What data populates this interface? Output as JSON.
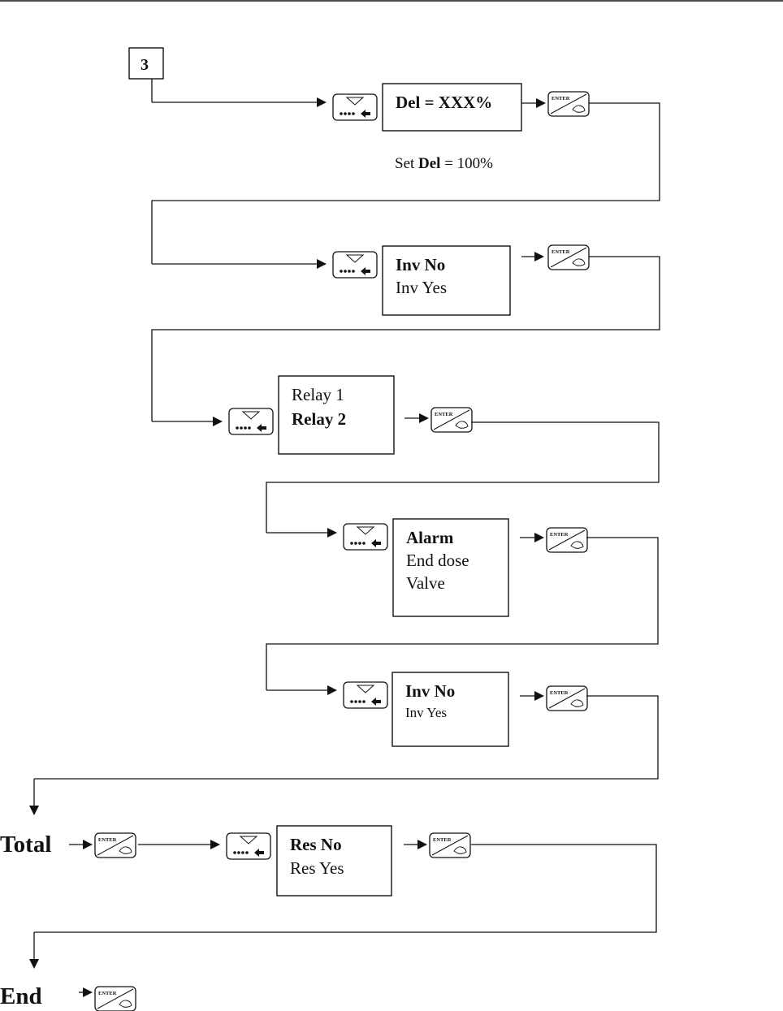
{
  "step_label": "3",
  "screens": [
    {
      "lines": [
        {
          "text": "Del = XXX%",
          "bold": true
        }
      ]
    },
    {
      "lines": [
        {
          "text": "Inv No",
          "bold": true
        },
        {
          "text": "Inv Yes",
          "bold": false
        }
      ]
    },
    {
      "lines": [
        {
          "text": "Relay 1",
          "bold": false
        },
        {
          "text": "Relay 2",
          "bold": true
        }
      ]
    },
    {
      "lines": [
        {
          "text": "Alarm",
          "bold": true
        },
        {
          "text": "End dose",
          "bold": false
        },
        {
          "text": "Valve",
          "bold": false
        }
      ]
    },
    {
      "lines": [
        {
          "text": "Inv No",
          "bold": true
        },
        {
          "text": "Inv Yes",
          "bold": false
        }
      ]
    },
    {
      "lines": [
        {
          "text": "Res No",
          "bold": true
        },
        {
          "text": "Res Yes",
          "bold": false
        }
      ]
    }
  ],
  "note": {
    "prefix": "Set ",
    "bold": "Del",
    "suffix": " = 100%"
  },
  "total_label": "Total",
  "end_label": "End",
  "enter_key_label": "ENTER",
  "icons": {
    "nav_key": "scroll-down-key-icon",
    "enter_key": "enter-key-icon"
  }
}
